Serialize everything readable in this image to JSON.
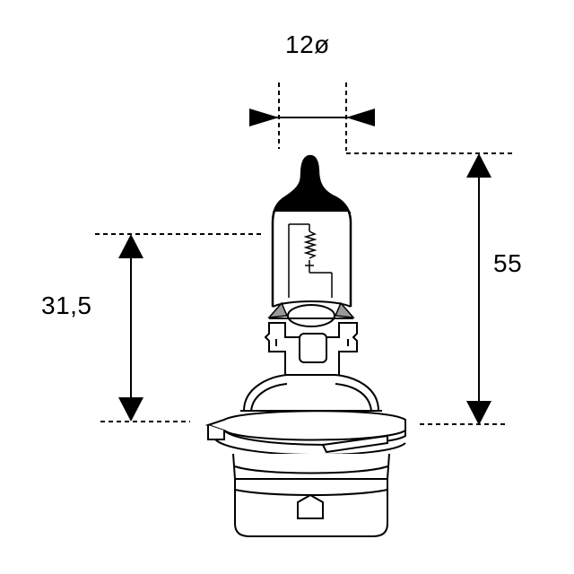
{
  "dimensions": {
    "diameter_label": "12ø",
    "height_label": "31,5",
    "overall_label": "55"
  },
  "colors": {
    "line": "#000000",
    "fill": "#ffffff",
    "shade": "#9a9a9a"
  }
}
